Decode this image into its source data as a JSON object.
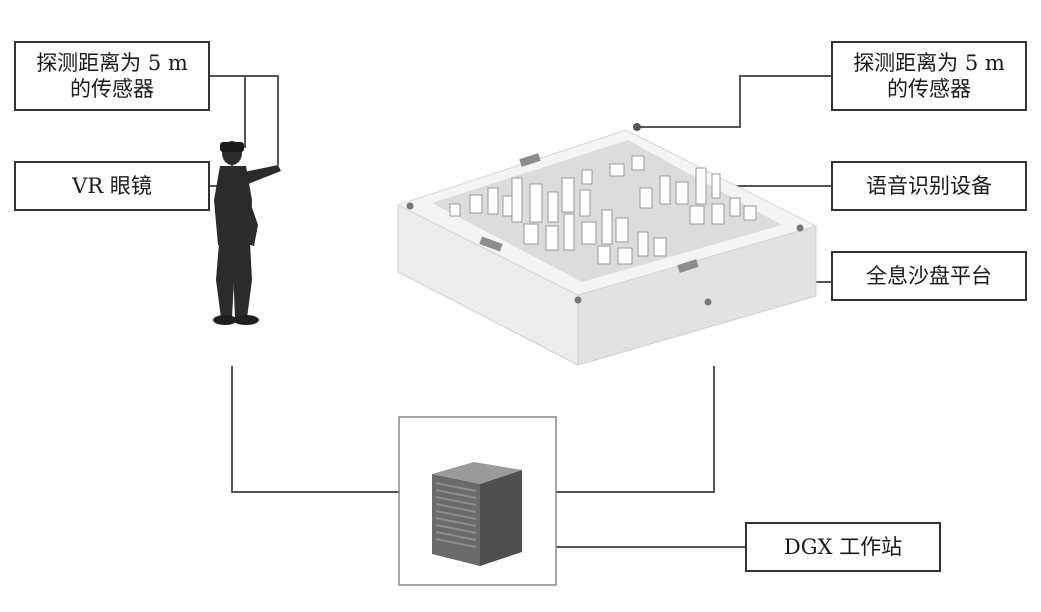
{
  "labels": {
    "sensor_left": [
      "探测距离为 5 m",
      "的传感器"
    ],
    "sensor_right": [
      "探测距离为 5 m",
      "的传感器"
    ],
    "vr_glasses": "VR 眼镜",
    "voice_recognition": "语音识别设备",
    "holographic_sandtable": "全息沙盘平台",
    "dgx_workstation": "DGX 工作站"
  },
  "colors": {
    "line": "#555555",
    "box_border": "#333333",
    "person_body": "#2b2b2b",
    "table_top": "#f2f2f2",
    "table_side": "#e8e8e8",
    "server_front": "#6b6b6b",
    "server_side": "#4f4f4f",
    "server_top": "#9a9a9a"
  },
  "icons": [
    "person-with-vr-headset-icon",
    "holographic-sand-table-icon",
    "server-tower-icon"
  ]
}
